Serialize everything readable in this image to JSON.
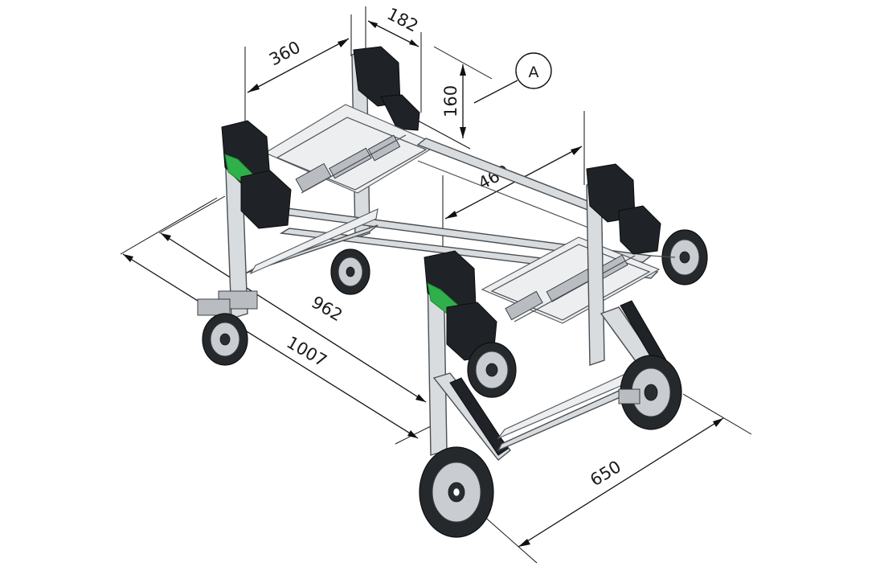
{
  "dimensions": {
    "width_360": "360",
    "depth_182": "182",
    "height_160": "160",
    "span_460": "460",
    "length_962": "962",
    "length_1007": "1007",
    "width_650": "650"
  },
  "callout": {
    "label": "A"
  },
  "colors": {
    "accent_green": "#2fb04a",
    "block_black": "#1f2226",
    "frame_grey": "#d9dcdf"
  }
}
